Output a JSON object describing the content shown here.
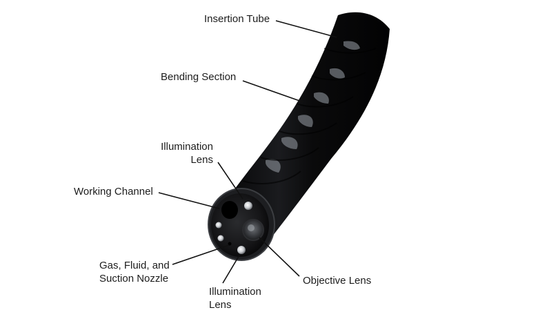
{
  "labels": {
    "insertion_tube": "Insertion Tube",
    "bending_section": "Bending Section",
    "illumination_lens_top": [
      "Illumination",
      "Lens"
    ],
    "working_channel": "Working Channel",
    "gas_fluid_suction": [
      "Gas, Fluid, and",
      "Suction Nozzle"
    ],
    "illumination_lens_bottom": [
      "Illumination",
      "Lens"
    ],
    "objective_lens": "Objective Lens"
  },
  "colors": {
    "background": "#ffffff",
    "scope_body": "#0c0c0e",
    "highlight": "#8a8f96",
    "label_text": "#1c1c1c",
    "leader_line": "#111111"
  }
}
